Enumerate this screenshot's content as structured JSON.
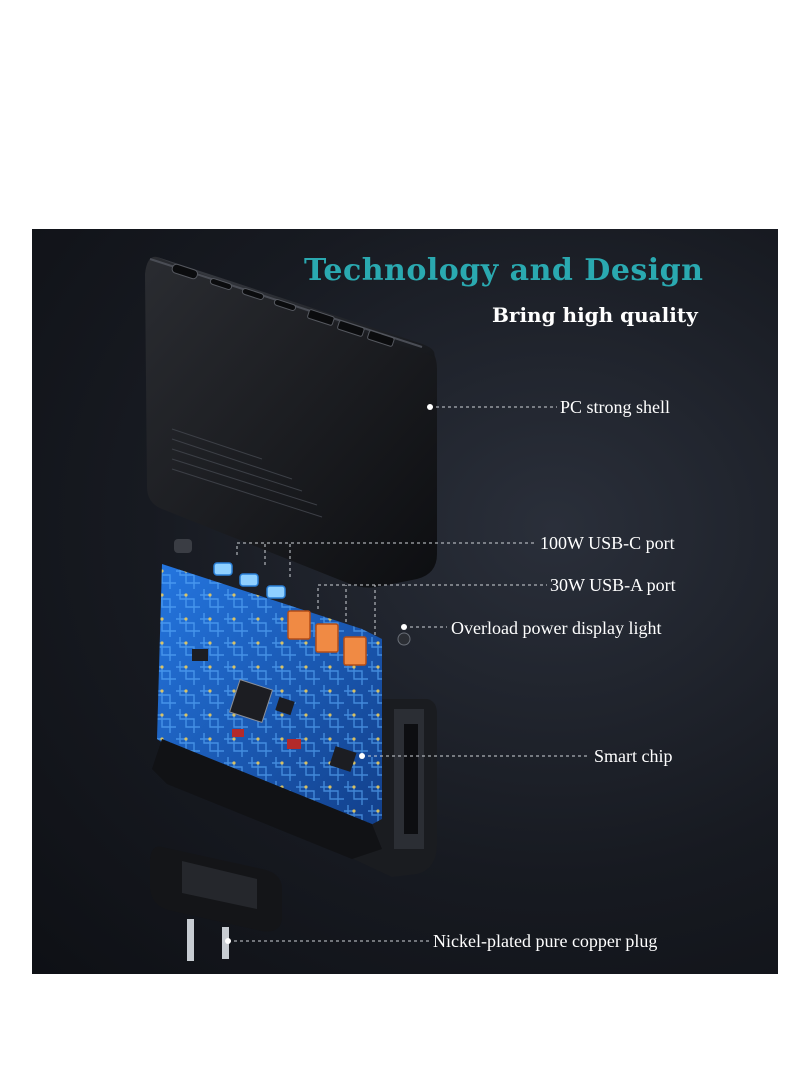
{
  "header": {
    "title": "Technology and Design",
    "subtitle": "Bring high quality"
  },
  "callouts": [
    {
      "id": "shell",
      "label": "PC strong shell"
    },
    {
      "id": "usbc",
      "label": "100W USB-C port"
    },
    {
      "id": "usba",
      "label": "30W USB-A port"
    },
    {
      "id": "light",
      "label": "Overload power display light"
    },
    {
      "id": "chip",
      "label": "Smart chip"
    },
    {
      "id": "plug",
      "label": "Nickel-plated pure copper plug"
    }
  ],
  "colors": {
    "title": "#2aa9b0",
    "board": "#1b5fc4",
    "usb_a_port": "#e07a3a",
    "usb_c_port": "#4fa6e8"
  }
}
